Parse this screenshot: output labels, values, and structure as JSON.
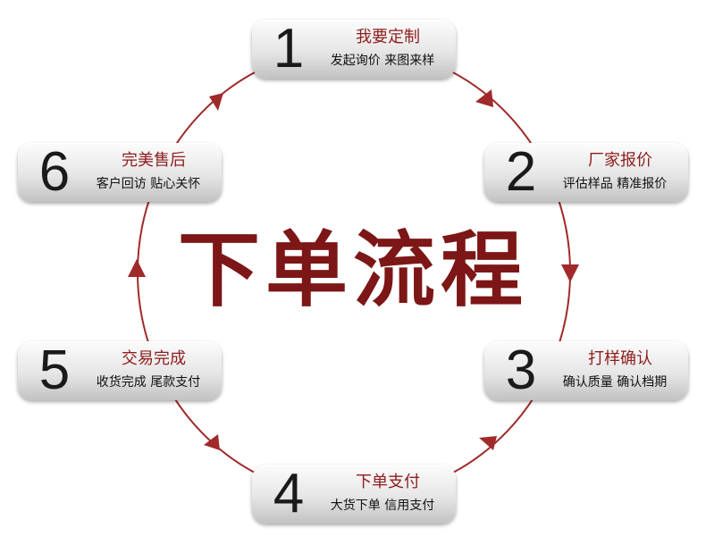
{
  "diagram": {
    "title": "下单流程",
    "colors": {
      "accent": "#8e1d1d",
      "ring": "#a02a2a",
      "title": "#7d1616"
    },
    "steps": [
      {
        "number": "1",
        "title": "我要定制",
        "subtitle": "发起询价 来图来样"
      },
      {
        "number": "2",
        "title": "厂家报价",
        "subtitle": "评估样品 精准报价"
      },
      {
        "number": "3",
        "title": "打样确认",
        "subtitle": "确认质量 确认档期"
      },
      {
        "number": "4",
        "title": "下单支付",
        "subtitle": "大货下单 信用支付"
      },
      {
        "number": "5",
        "title": "交易完成",
        "subtitle": "收货完成 尾款支付"
      },
      {
        "number": "6",
        "title": "完美售后",
        "subtitle": "客户回访 贴心关怀"
      }
    ]
  }
}
